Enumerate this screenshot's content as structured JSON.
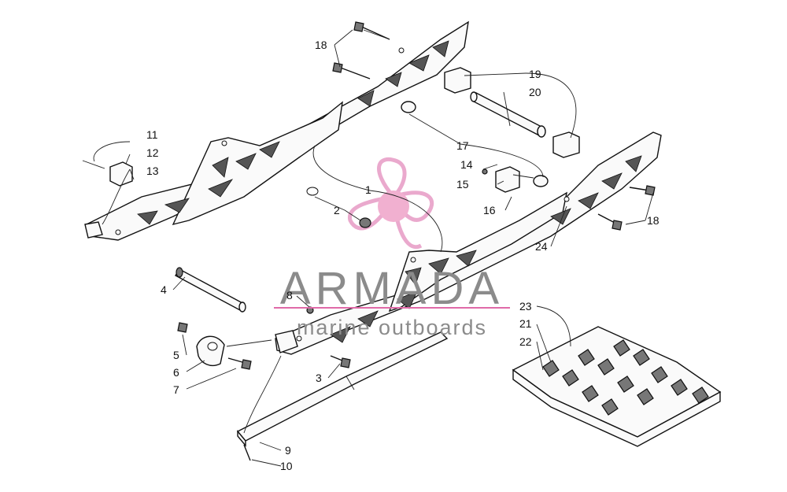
{
  "diagram": {
    "callouts": {
      "c1": "1",
      "c2": "2",
      "c3": "3",
      "c4": "4",
      "c5": "5",
      "c6": "6",
      "c7": "7",
      "c8": "8",
      "c9": "9",
      "c10": "10",
      "c11": "11",
      "c12": "12",
      "c13": "13",
      "c14": "14",
      "c15": "15",
      "c16": "16",
      "c17": "17",
      "c18a": "18",
      "c18b": "18",
      "c19": "19",
      "c20": "20",
      "c21": "21",
      "c22": "22",
      "c23": "23",
      "c24": "24"
    }
  },
  "watermark": {
    "title": "ARMADA",
    "subtitle": "marine outboards",
    "logo_color": "#e8a0c8",
    "line_color": "#e06aa8"
  }
}
